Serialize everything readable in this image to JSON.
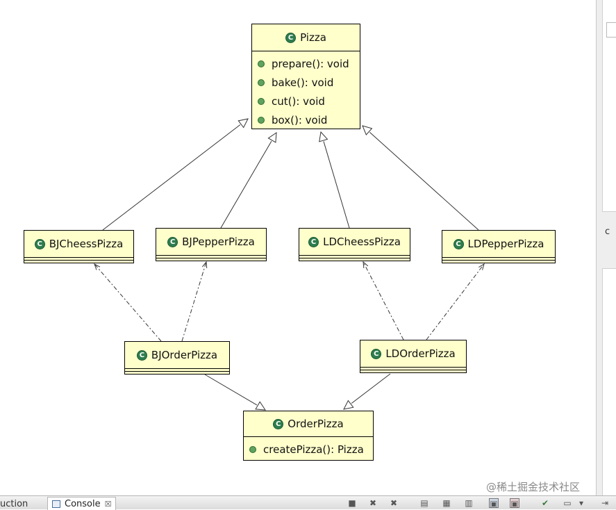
{
  "classes": [
    {
      "id": "pizza",
      "name": "Pizza",
      "methods": [
        "prepare(): void",
        "bake(): void",
        "cut(): void",
        "box(): void"
      ]
    },
    {
      "id": "bjcheess",
      "name": "BJCheessPizza",
      "methods": []
    },
    {
      "id": "bjpepper",
      "name": "BJPepperPizza",
      "methods": []
    },
    {
      "id": "ldcheess",
      "name": "LDCheessPizza",
      "methods": []
    },
    {
      "id": "ldpepper",
      "name": "LDPepperPizza",
      "methods": []
    },
    {
      "id": "bjorder",
      "name": "BJOrderPizza",
      "methods": []
    },
    {
      "id": "ldorder",
      "name": "LDOrderPizza",
      "methods": []
    },
    {
      "id": "order",
      "name": "OrderPizza",
      "methods": [
        "createPizza(): Pizza"
      ]
    }
  ],
  "relations": [
    {
      "from": "bjcheess",
      "to": "pizza",
      "kind": "generalization"
    },
    {
      "from": "bjpepper",
      "to": "pizza",
      "kind": "generalization"
    },
    {
      "from": "ldcheess",
      "to": "pizza",
      "kind": "generalization"
    },
    {
      "from": "ldpepper",
      "to": "pizza",
      "kind": "generalization"
    },
    {
      "from": "bjorder",
      "to": "bjcheess",
      "kind": "dependency"
    },
    {
      "from": "bjorder",
      "to": "bjpepper",
      "kind": "dependency"
    },
    {
      "from": "ldorder",
      "to": "ldcheess",
      "kind": "dependency"
    },
    {
      "from": "ldorder",
      "to": "ldpepper",
      "kind": "dependency"
    },
    {
      "from": "bjorder",
      "to": "order",
      "kind": "generalization"
    },
    {
      "from": "ldorder",
      "to": "order",
      "kind": "generalization"
    }
  ],
  "right_panel": {
    "label": "c"
  },
  "watermark": "@稀土掘金技术社区",
  "bottom_bar": {
    "prev_tab_partial": "uction",
    "console_tab": "Console",
    "console_close": "☒"
  },
  "icons": {
    "class_icon": "class-icon",
    "method_icon": "public-method-icon"
  },
  "colors": {
    "class_fill": "#ffffcc",
    "class_icon": "#2e7d4e",
    "method_icon": "#5fa35f"
  }
}
